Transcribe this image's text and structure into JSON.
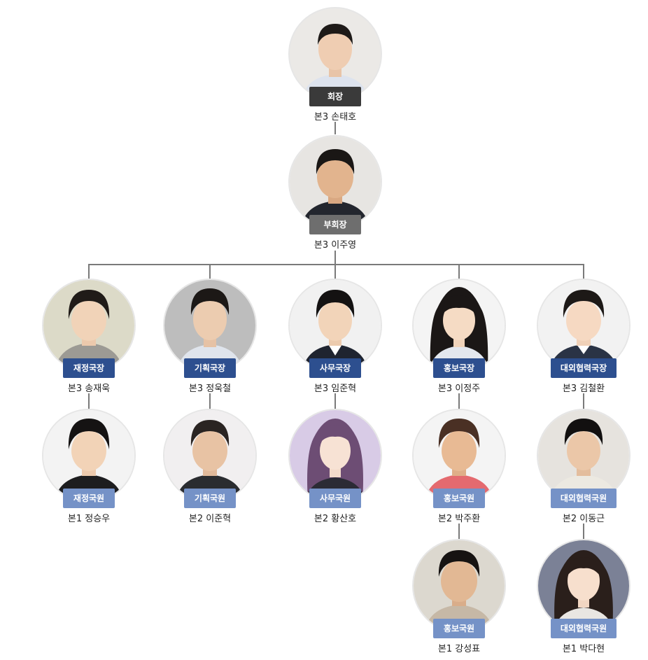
{
  "org_chart": {
    "chair": {
      "title": "회장",
      "name": "본3 손태호"
    },
    "vice_chair": {
      "title": "부회장",
      "name": "본3 이주영"
    },
    "departments": [
      {
        "head": {
          "title": "재정국장",
          "name": "본3 송재욱"
        },
        "members": [
          {
            "title": "재정국원",
            "name": "본1 정승우"
          }
        ]
      },
      {
        "head": {
          "title": "기획국장",
          "name": "본3 정욱철"
        },
        "members": [
          {
            "title": "기획국원",
            "name": "본2 이준혁"
          }
        ]
      },
      {
        "head": {
          "title": "사무국장",
          "name": "본3 임준혁"
        },
        "members": [
          {
            "title": "사무국원",
            "name": "본2 황산호"
          }
        ]
      },
      {
        "head": {
          "title": "홍보국장",
          "name": "본3 이정주"
        },
        "members": [
          {
            "title": "홍보국원",
            "name": "본2 박주환"
          },
          {
            "title": "홍보국원",
            "name": "본1 강성표"
          }
        ]
      },
      {
        "head": {
          "title": "대외협력국장",
          "name": "본3 김철환"
        },
        "members": [
          {
            "title": "대외협력국원",
            "name": "본2 이동근"
          },
          {
            "title": "대외협력국원",
            "name": "본1 박다현"
          }
        ]
      }
    ]
  },
  "colors": {
    "chair_badge": "#3a3a3a",
    "vice_badge": "#6e6e6e",
    "head_badge": "#2d4f8f",
    "member_badge": "#7592c7",
    "connector": "#7a7a7a"
  },
  "icons": {
    "portrait": "person-portrait-icon"
  }
}
